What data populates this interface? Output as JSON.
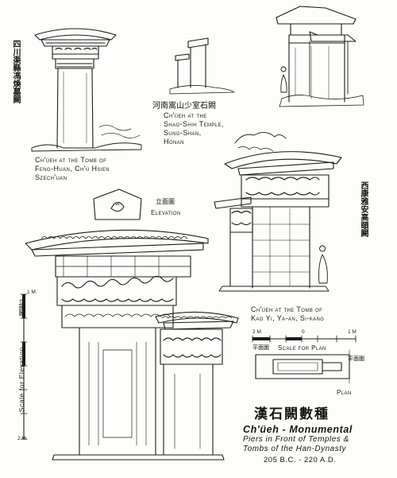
{
  "figure": {
    "labels": {
      "feng_huan": "Ch'üeh at the Tomb of\nFeng-Huan, Ch'ü Hsien\nSzech'uan",
      "shao_shih": "Ch'üeh at the\nShao-Shih Temple,\nSung-Shan,\nHonan",
      "kao_yi": "Ch'üeh at the Tomb of\nKao Yi, Ya-an, Si-kang",
      "elevation": "Elevation",
      "plan": "Plan",
      "scale_for_plan": "Scale for Plan",
      "scale_for_elevation": "Scale for Elevation",
      "scale_plan_ticks": [
        "2 M.",
        "0",
        "1 M"
      ],
      "scale_elev_top": "1 M.",
      "scale_elev_bottom": "2 M."
    },
    "cjk": {
      "feng_huan": "四川渠縣馮煥墓闕",
      "shao_shih": "河南嵩山少室石闕",
      "kao_yi": "西康雅安高頤闕",
      "elevation": "立面圖",
      "plan": "平面圖",
      "scale_plan": "平面圖",
      "scale_elev": "立面圖"
    },
    "title": {
      "cjk": "漢石闕數種",
      "main": "Ch'üeh - Monumental",
      "sub1": "Piers in Front of Temples &",
      "sub2": "Tombs of the Han-Dynasty",
      "date": "205 B.C. - 220 A.D."
    }
  }
}
